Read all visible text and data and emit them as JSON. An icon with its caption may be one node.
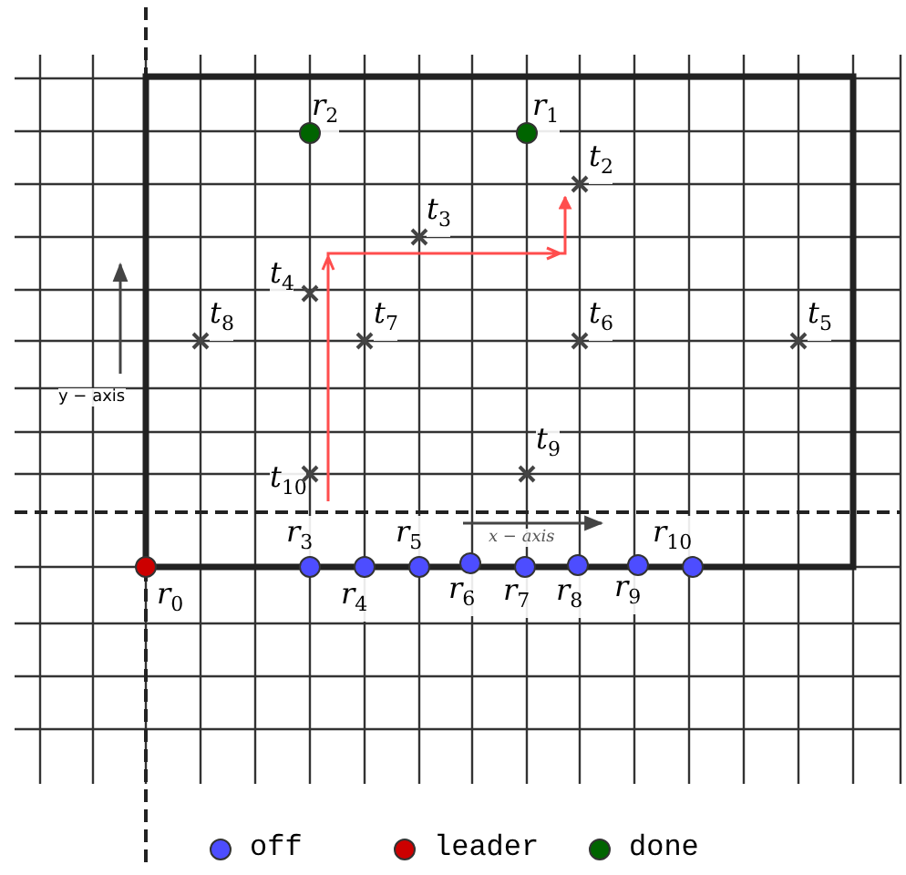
{
  "diagram": {
    "nodes": [
      {
        "text": [
          "r$_{0}$"
        ]
      },
      {
        "text": [
          "r$_{1}$"
        ]
      },
      {
        "text": [
          "r$_{2}$"
        ]
      },
      {
        "text": [
          "r$_{3}$"
        ]
      },
      {
        "text": [
          "r$_{4}$"
        ]
      },
      {
        "text": [
          "r$_{5}$"
        ]
      },
      {
        "text": [
          "r$_{6}$"
        ]
      },
      {
        "text": [
          "r$_{7}$"
        ]
      },
      {
        "text": [
          "r$_{8}$"
        ]
      },
      {
        "text": [
          "r$_{9}$"
        ]
      },
      {
        "text": [
          "r$_{10}$"
        ]
      },
      {
        "text": [
          "t$_{2}$"
        ]
      },
      {
        "text": [
          "t$_{3}$"
        ]
      },
      {
        "text": [
          "t$_{4}$"
        ]
      },
      {
        "text": [
          "t$_{5}$"
        ]
      },
      {
        "text": [
          "t$_{6}$"
        ]
      },
      {
        "text": [
          "t$_{7}$"
        ]
      },
      {
        "text": [
          "t$_{8}$"
        ]
      },
      {
        "text": [
          "t$_{9}$"
        ]
      },
      {
        "text": [
          "t$_{10}$"
        ]
      }
    ],
    "edges": [
      {
        "from": 3,
        "to": 11,
        "arrow": "to",
        "color": "#ff4d4d"
      }
    ],
    "labels": [
      "y − axis",
      "x − axis"
    ],
    "legend": [
      {
        "text": "off",
        "color": "#4d4dff"
      },
      {
        "text": "leader",
        "color": "#cc0000"
      },
      {
        "text": "done",
        "color": "#006400"
      }
    ]
  }
}
